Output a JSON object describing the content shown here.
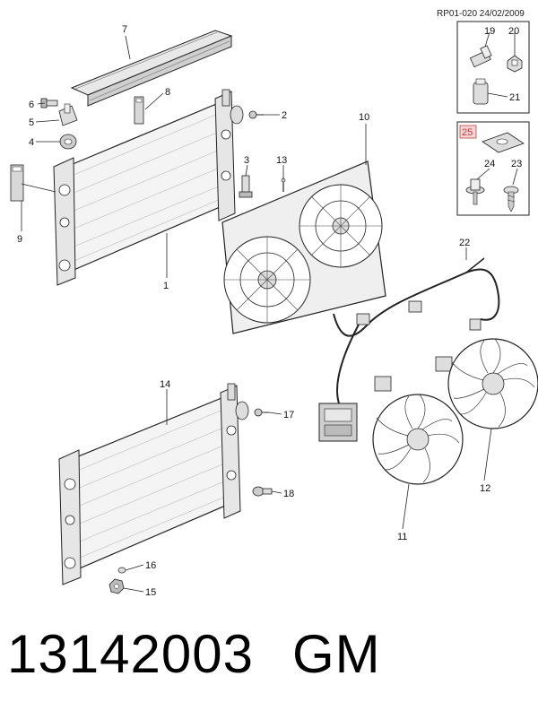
{
  "header": {
    "reference": "RP01-020 24/02/2009"
  },
  "callouts": {
    "c1": "1",
    "c2": "2",
    "c3": "3",
    "c4": "4",
    "c5": "5",
    "c6": "6",
    "c7": "7",
    "c8": "8",
    "c9": "9",
    "c10": "10",
    "c11": "11",
    "c12": "12",
    "c13": "13",
    "c14": "14",
    "c15": "15",
    "c16": "16",
    "c17": "17",
    "c18": "18",
    "c19": "19",
    "c20": "20",
    "c21": "21",
    "c22": "22",
    "c23": "23",
    "c24": "24",
    "c25": "25"
  },
  "footer": {
    "part_number": "13142003",
    "brand": "GM"
  }
}
